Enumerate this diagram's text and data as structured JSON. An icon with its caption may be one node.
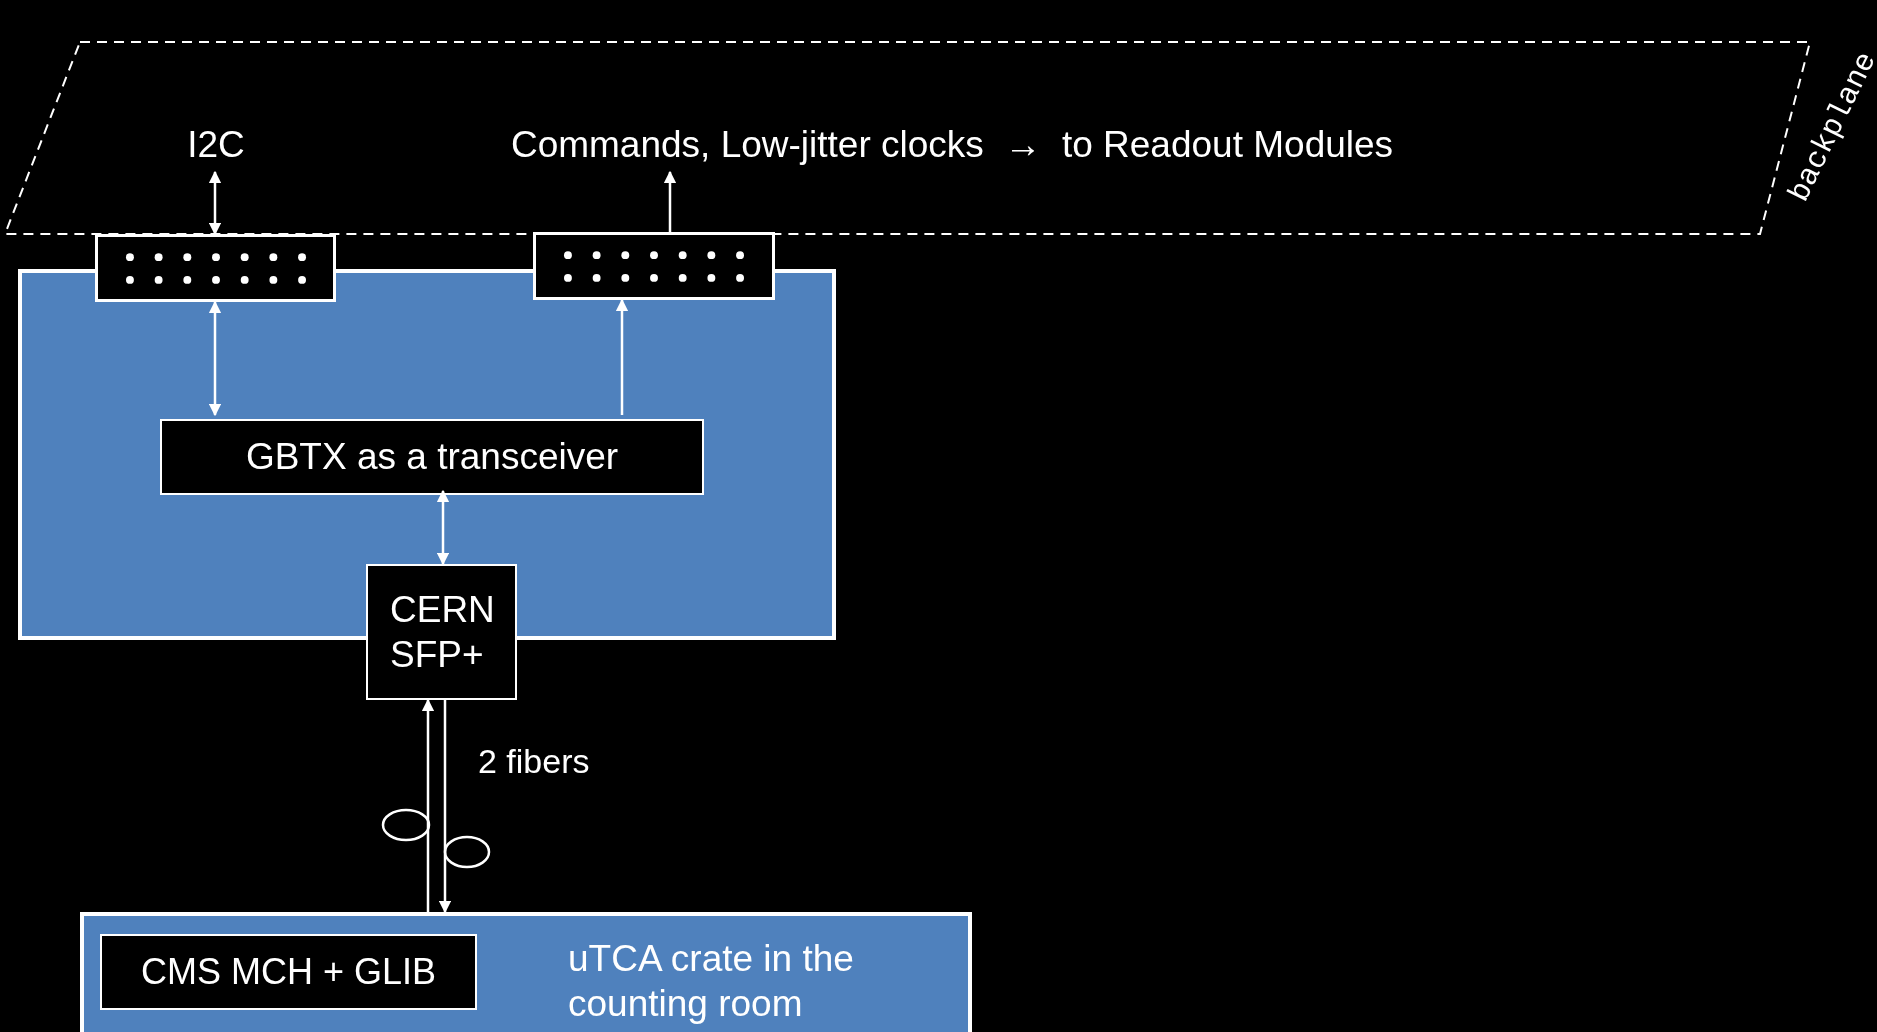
{
  "diagram": {
    "nodes": [
      {
        "text": [
          "backplane"
        ]
      },
      {
        "text": [
          "I2C"
        ],
        "in": 0
      },
      {
        "text": [
          "Commands, Low-jitter clocks  →  to Readout Modules"
        ],
        "in": 0
      },
      {
        "text": [],
        "shape": "box"
      },
      {
        "text": [],
        "shape": "box"
      },
      {
        "text": [],
        "shape": "box"
      },
      {
        "text": [
          "GBTX as a transceiver"
        ],
        "in": 5
      },
      {
        "text": [
          "CERN SFP+"
        ]
      },
      {
        "text": [
          "uTCA crate in the counting room"
        ]
      },
      {
        "text": [
          "CMS MCH + GLIB"
        ],
        "in": 8
      }
    ],
    "edges": [
      {
        "from": 1,
        "to": 3,
        "arrow": "both"
      },
      {
        "from": 4,
        "to": 2,
        "arrow": "to"
      },
      {
        "from": 6,
        "to": 3,
        "arrow": "both"
      },
      {
        "from": 6,
        "to": 4,
        "arrow": "to"
      },
      {
        "from": 6,
        "to": 7,
        "arrow": "both"
      },
      {
        "from": 8,
        "to": 7,
        "arrow": "to"
      },
      {
        "from": 7,
        "to": 8,
        "arrow": "to",
        "label": "2 fibers"
      }
    ]
  }
}
